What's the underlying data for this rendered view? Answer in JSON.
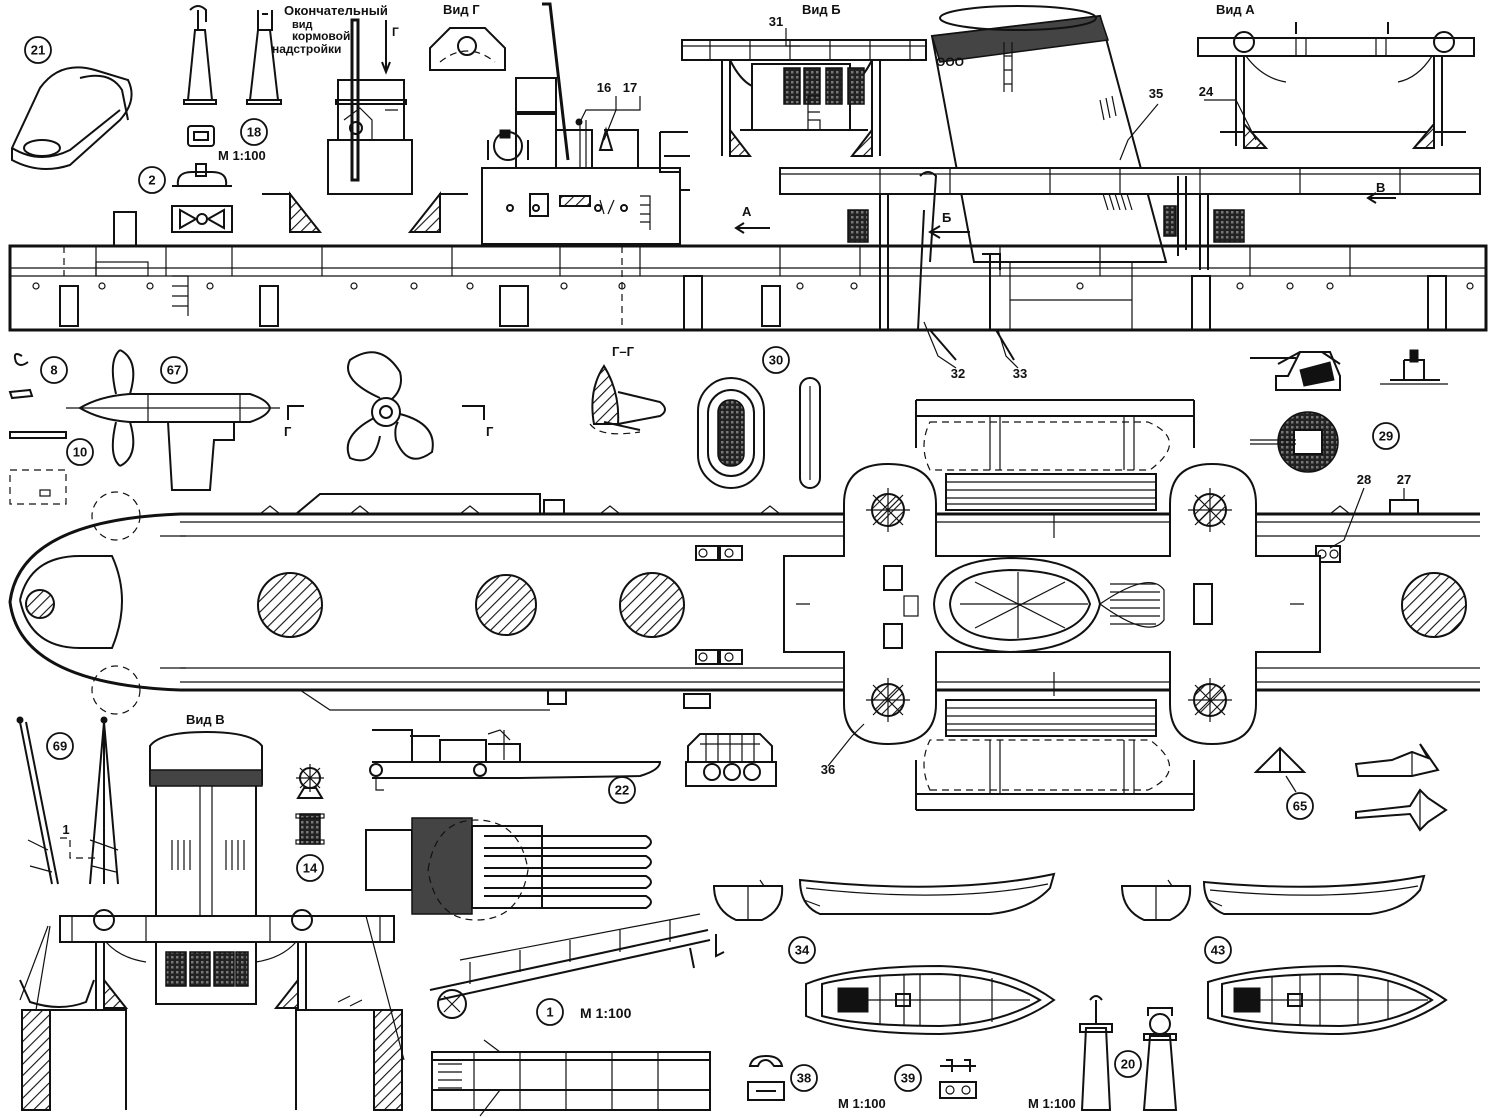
{
  "labels": {
    "final_view": [
      "Окончательный",
      "вид",
      "кормовой",
      "надстройки"
    ],
    "view_g": "Вид Г",
    "view_b": "Вид Б",
    "view_a": "Вид А",
    "view_v": "Вид В",
    "section_gg": "Г–Г",
    "scale": "М 1:100",
    "arrow_a": "А",
    "arrow_b": "Б",
    "arrow_v": "В",
    "arrow_g": "Г",
    "mark_g": "Г",
    "funnel_text": "ООО"
  },
  "callouts": [
    {
      "id": "c21",
      "text": "21"
    },
    {
      "id": "c18",
      "text": "18"
    },
    {
      "id": "c2",
      "text": "2"
    },
    {
      "id": "c16",
      "text": "16"
    },
    {
      "id": "c17",
      "text": "17"
    },
    {
      "id": "c31",
      "text": "31"
    },
    {
      "id": "c35",
      "text": "35"
    },
    {
      "id": "c24",
      "text": "24"
    },
    {
      "id": "c8",
      "text": "8"
    },
    {
      "id": "c67",
      "text": "67"
    },
    {
      "id": "c10",
      "text": "10"
    },
    {
      "id": "c30",
      "text": "30"
    },
    {
      "id": "c32",
      "text": "32"
    },
    {
      "id": "c33",
      "text": "33"
    },
    {
      "id": "c29",
      "text": "29"
    },
    {
      "id": "c28",
      "text": "28"
    },
    {
      "id": "c27",
      "text": "27"
    },
    {
      "id": "c69",
      "text": "69"
    },
    {
      "id": "c1a",
      "text": "1"
    },
    {
      "id": "c14",
      "text": "14"
    },
    {
      "id": "c22",
      "text": "22"
    },
    {
      "id": "c36",
      "text": "36"
    },
    {
      "id": "c65",
      "text": "65"
    },
    {
      "id": "c34",
      "text": "34"
    },
    {
      "id": "c43",
      "text": "43"
    },
    {
      "id": "c1b",
      "text": "1"
    },
    {
      "id": "c38",
      "text": "38"
    },
    {
      "id": "c39",
      "text": "39"
    },
    {
      "id": "c20",
      "text": "20"
    }
  ],
  "scale_marks": [
    {
      "id": "s18",
      "text": "М 1:100"
    },
    {
      "id": "s1",
      "text": "М 1:100"
    },
    {
      "id": "s39",
      "text": "М 1:100"
    },
    {
      "id": "s20",
      "text": "М 1:100"
    }
  ]
}
